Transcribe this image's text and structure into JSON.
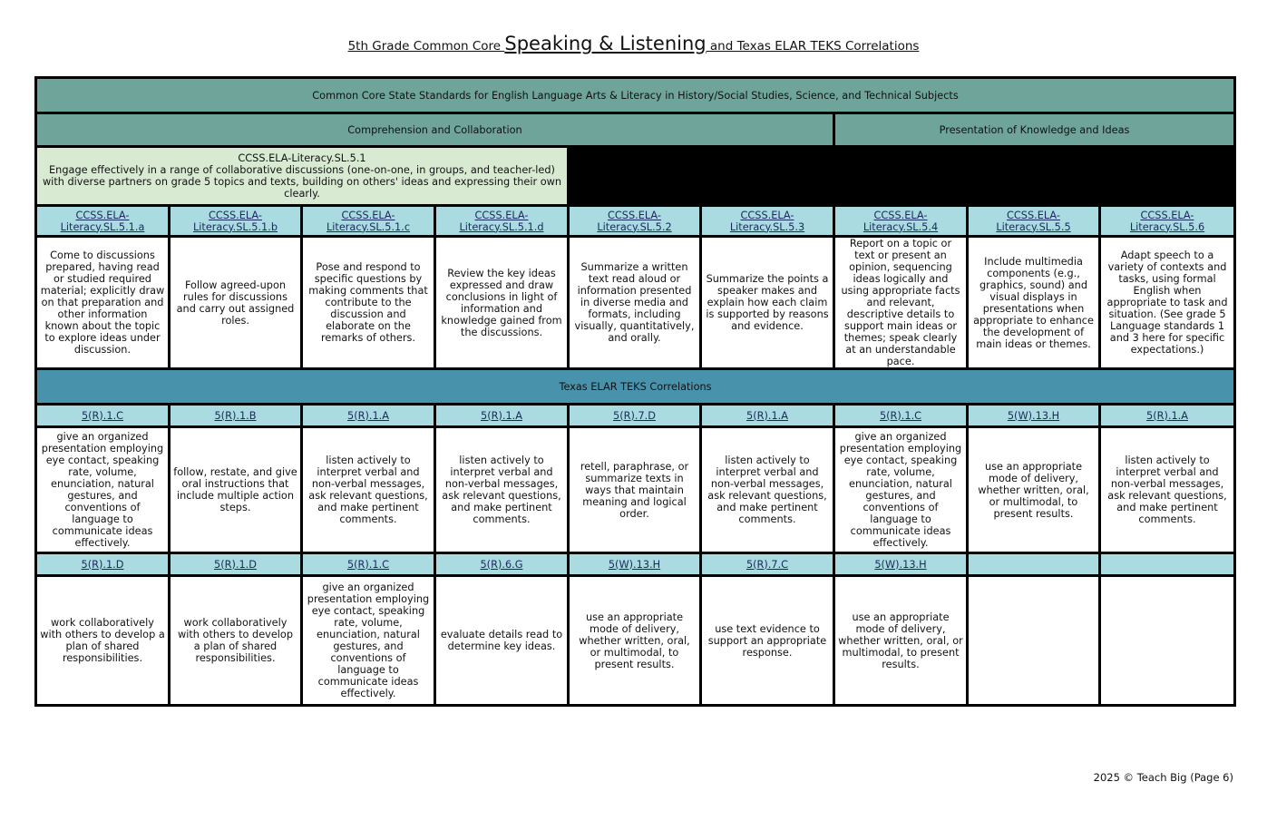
{
  "title": {
    "prefix": "5th Grade Common Core ",
    "main": "Speaking & Listening",
    "suffix": " and Texas ELAR TEKS Correlations"
  },
  "ccss_header": "Common Core State Standards for English Language Arts & Literacy in History/Social Studies, Science, and Technical Subjects",
  "groups": {
    "comprehension": "Comprehension and Collaboration",
    "presentation": "Presentation of Knowledge and Ideas"
  },
  "anchor": {
    "code": "CCSS.ELA-Literacy.SL.5.1",
    "text": "Engage effectively in a range of collaborative discussions (one-on-one, in groups, and teacher-led) with diverse partners on grade 5 topics and texts, building on others' ideas and expressing their own clearly."
  },
  "standards": [
    {
      "code": "CCSS.ELA-Literacy.SL.5.1.a",
      "text": "Come to discussions prepared, having read or studied required material; explicitly draw on that preparation and other information known about the topic to explore ideas under discussion."
    },
    {
      "code": "CCSS.ELA-Literacy.SL.5.1.b",
      "text": "Follow agreed-upon rules for discussions and carry out assigned roles."
    },
    {
      "code": "CCSS.ELA-Literacy.SL.5.1.c",
      "text": "Pose and respond to specific questions by making comments that contribute to the discussion and elaborate on the remarks of others."
    },
    {
      "code": "CCSS.ELA-Literacy.SL.5.1.d",
      "text": "Review the key ideas expressed and draw conclusions in light of information and knowledge gained from the discussions."
    },
    {
      "code": "CCSS.ELA-Literacy.SL.5.2",
      "text": "Summarize a written text read aloud or information presented in diverse media and formats, including visually, quantitatively, and orally."
    },
    {
      "code": "CCSS.ELA-Literacy.SL.5.3",
      "text": "Summarize the points a speaker makes and explain how each claim is supported by reasons and evidence."
    },
    {
      "code": "CCSS.ELA-Literacy.SL.5.4",
      "text": "Report on a topic or text or present an opinion, sequencing ideas logically and using appropriate facts and relevant, descriptive details to support main ideas or themes; speak clearly at an understandable pace."
    },
    {
      "code": "CCSS.ELA-Literacy.SL.5.5",
      "text": "Include multimedia components (e.g., graphics, sound) and visual displays in presentations when appropriate to enhance the development of main ideas or themes."
    },
    {
      "code": "CCSS.ELA-Literacy.SL.5.6",
      "text": "Adapt speech to a variety of contexts and tasks, using formal English when appropriate to task and situation. (See grade 5 Language standards 1 and 3 here for specific expectations.)"
    }
  ],
  "teks_header": "Texas ELAR TEKS Correlations",
  "teks_row1": [
    {
      "code": "5(R).1.C",
      "text": "give an organized presentation employing eye contact, speaking rate, volume, enunciation, natural gestures, and conventions of language to communicate ideas effectively."
    },
    {
      "code": "5(R).1.B",
      "text": "follow, restate, and give oral instructions that include multiple action steps."
    },
    {
      "code": "5(R).1.A",
      "text": "listen actively to interpret verbal and non-verbal messages, ask relevant questions, and make pertinent comments."
    },
    {
      "code": "5(R).1.A",
      "text": "listen actively to interpret verbal and non-verbal messages, ask relevant questions, and make pertinent comments."
    },
    {
      "code": "5(R).7.D",
      "text": "retell, paraphrase, or summarize texts in ways that maintain meaning and logical order."
    },
    {
      "code": "5(R).1.A",
      "text": "listen actively to interpret verbal and non-verbal messages, ask relevant questions, and make pertinent comments."
    },
    {
      "code": "5(R).1.C",
      "text": "give an organized presentation employing eye contact, speaking rate, volume, enunciation, natural gestures, and conventions of language to communicate ideas effectively."
    },
    {
      "code": "5(W).13.H",
      "text": "use an appropriate mode of delivery, whether written, oral, or multimodal, to present results."
    },
    {
      "code": "5(R).1.A",
      "text": "listen actively to interpret verbal and non-verbal messages, ask relevant questions, and make pertinent comments."
    }
  ],
  "teks_row2": [
    {
      "code": "5(R).1.D",
      "text": "work collaboratively with others to develop a plan of shared responsibilities."
    },
    {
      "code": "5(R).1.D",
      "text": "work collaboratively with others to develop a plan of shared responsibilities."
    },
    {
      "code": "5(R).1.C",
      "text": "give an organized presentation employing eye contact, speaking rate, volume, enunciation, natural gestures, and conventions of language to communicate ideas effectively."
    },
    {
      "code": "5(R).6.G",
      "text": "evaluate details read to determine key ideas."
    },
    {
      "code": "5(W).13.H",
      "text": "use an appropriate mode of delivery, whether written, oral, or multimodal, to present results."
    },
    {
      "code": "5(R).7.C",
      "text": "use text evidence to support an appropriate response."
    },
    {
      "code": "5(W).13.H",
      "text": "use an appropriate mode of delivery, whether written, oral, or multimodal, to present results."
    },
    {
      "code": "",
      "text": ""
    },
    {
      "code": "",
      "text": ""
    }
  ],
  "footer": "2025 © Teach Big (Page 6)"
}
